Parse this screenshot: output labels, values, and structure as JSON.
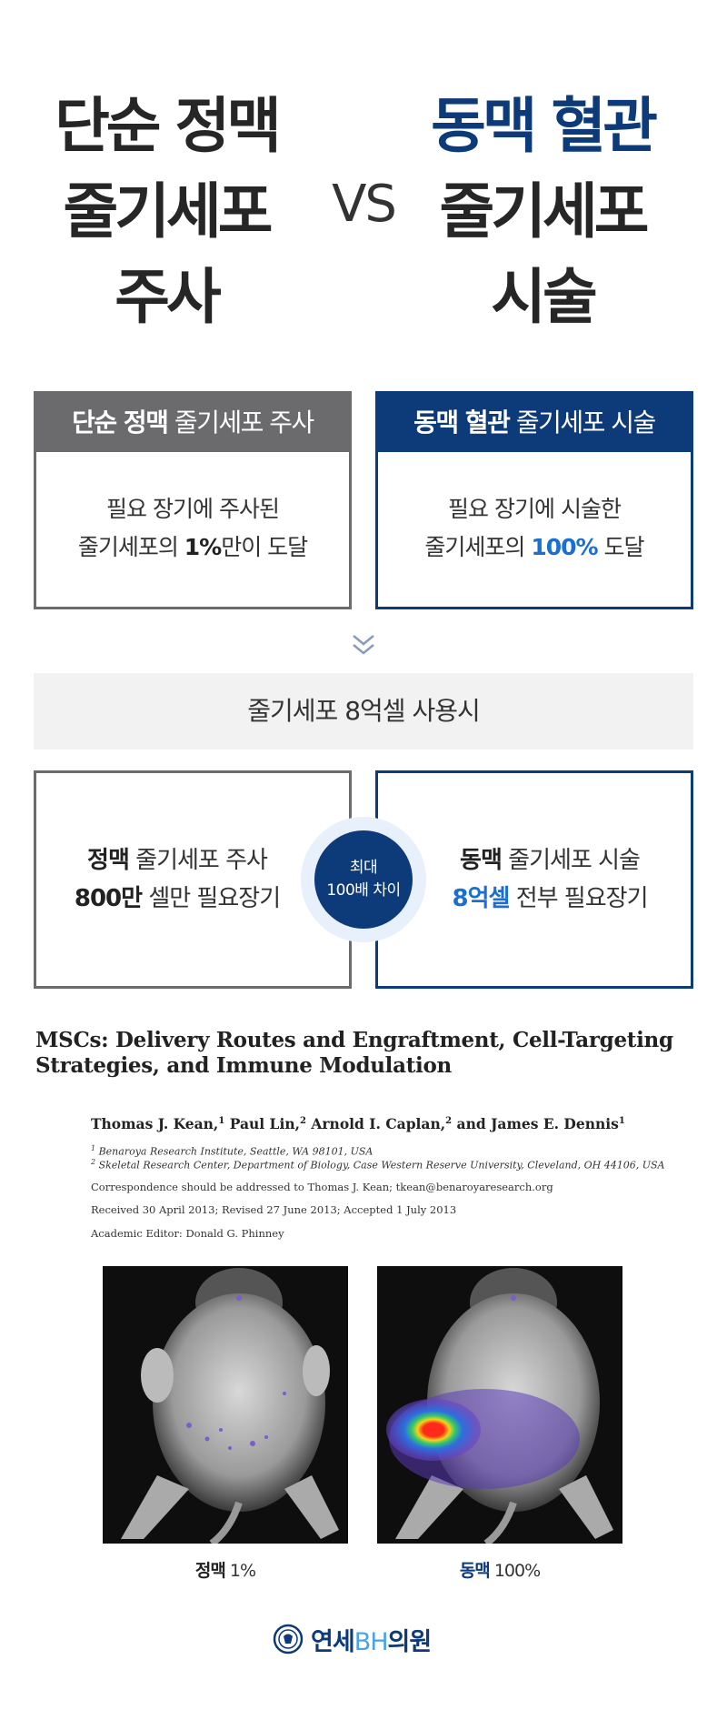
{
  "hero": {
    "left_lines": [
      "단순 정맥",
      "줄기세포",
      "주사"
    ],
    "vs": "VS",
    "right_lines": [
      "동맥 혈관",
      "줄기세포",
      "시술"
    ]
  },
  "compare": {
    "left": {
      "head_bold": "단순 정맥",
      "head_rest": "줄기세포 주사",
      "line1": "필요 장기에 주사된",
      "line2_pre": "줄기세포의 ",
      "line2_value": "1%",
      "line2_post": "만이 도달"
    },
    "right": {
      "head_bold": "동맥 혈관",
      "head_rest": "줄기세포 시술",
      "line1": "필요 장기에 시술한",
      "line2_pre": "줄기세포의 ",
      "line2_value": "100%",
      "line2_post": " 도달"
    }
  },
  "usage": {
    "label": "줄기세포 8억셀 사용시"
  },
  "cells": {
    "left": {
      "l1_bold": "정맥",
      "l1_rest": " 줄기세포 주사",
      "l2_bold": "800만",
      "l2_rest": " 셀만 필요장기"
    },
    "right": {
      "l1_bold": "동맥",
      "l1_rest": " 줄기세포 시술",
      "l2_bold": "8억셀",
      "l2_rest": " 전부 필요장기"
    },
    "badge": {
      "line1": "최대",
      "line2": "100배 차이"
    }
  },
  "paper": {
    "title_l1": "MSCs: Delivery Routes and Engraftment, Cell-Targeting",
    "title_l2": "Strategies, and Immune Modulation",
    "authors": [
      {
        "name": "Thomas J. Kean,",
        "sup": "1"
      },
      {
        "name": " Paul Lin,",
        "sup": "2"
      },
      {
        "name": " Arnold I. Caplan,",
        "sup": "2"
      },
      {
        "name": " and James E. Dennis",
        "sup": "1"
      }
    ],
    "affil1_sup": "1",
    "affil1": " Benaroya Research Institute, Seattle, WA 98101, USA",
    "affil2_sup": "2",
    "affil2": " Skeletal Research Center, Department of Biology, Case Western Reserve University, Cleveland, OH 44106, USA",
    "correspondence": "Correspondence should be addressed to Thomas J. Kean; tkean@benaroyaresearch.org",
    "received": "Received 30 April 2013; Revised 27 June 2013; Accepted 1 July 2013",
    "editor": "Academic Editor: Donald G. Phinney"
  },
  "images": {
    "left_caption_bold": "정맥",
    "left_caption_rest": " 1%",
    "right_caption_bold": "동맥",
    "right_caption_rest": " 100%"
  },
  "logo": {
    "pre": "연세",
    "bh": "BH",
    "post": "의원"
  },
  "colors": {
    "navy": "#0d3a78",
    "gray": "#6b6b6e",
    "blue": "#1a6fd0"
  }
}
